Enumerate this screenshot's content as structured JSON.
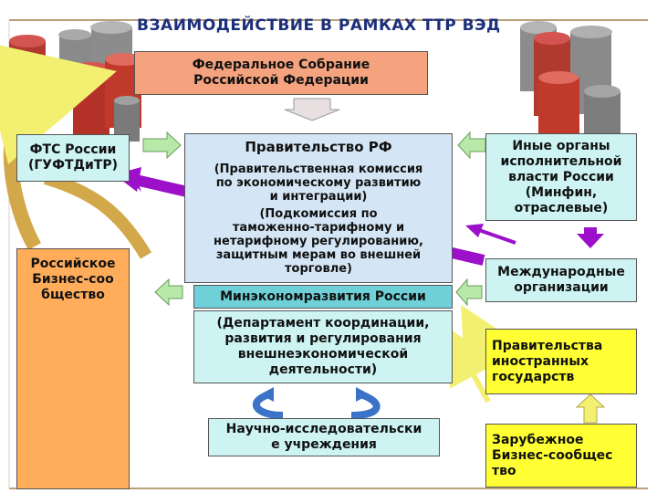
{
  "title": "ВЗАИМОДЕЙСТВИЕ В РАМКАХ ТТР  ВЭД",
  "nodes": {
    "federal_assembly": "Федеральное Собрание\nРоссийской Федерации",
    "fts": "ФТС России\n(ГУФТДиТР)",
    "government_title": "Правительство РФ",
    "government_commission1": "(Правительственная комиссия\nпо экономическому развитию\nи интеграции)",
    "government_commission2": "(Подкомиссия по\nтаможенно-тарифному и\nнетарифному регулированию,\nзащитным мерам во внешней\nторговле)",
    "other_bodies": "Иные органы\nисполнительной\nвласти России\n(Минфин,\nотраслевые)",
    "russian_business": "Российское\nБизнес-соо\nбщество",
    "international_orgs": "Международные\nорганизации",
    "ministry": "Минэкономразвития России",
    "department": "(Департамент координации,\nразвития и регулирования\nвнешнеэкономической\nдеятельности)",
    "foreign_governments": "Правительства\nиностранных\nгосударств",
    "research": "Научно-исследовательски\nе учреждения",
    "foreign_business": "Зарубежное\nБизнес-сообщес\nтво"
  },
  "colors": {
    "title": "#1c2f7a",
    "federal_assembly_fill": "#f4a37e",
    "cyan_fill": "#cdf3f3",
    "lightblue_fill": "#d4e6f5",
    "teal_fill": "#6fd0d8",
    "yellow_fill": "#ffff33",
    "orange_fill": "#ffad5a",
    "purple_arrow": "#9b10c8",
    "green_arrow": "#b8e9a8",
    "gold_arrow": "#d2a84a",
    "coins_red": "#c0392b",
    "coins_gray": "#8c8c8c"
  }
}
